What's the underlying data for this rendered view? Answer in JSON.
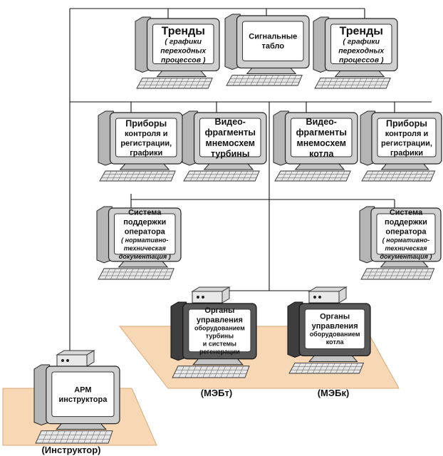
{
  "stations": [
    {
      "id": "trends-left",
      "lines": [
        {
          "t": "Тренды",
          "s": "big"
        },
        {
          "t": "( графики",
          "s": "ital"
        },
        {
          "t": "переходных",
          "s": "ital"
        },
        {
          "t": "процессов )",
          "s": "ital"
        }
      ]
    },
    {
      "id": "signal-board",
      "lines": [
        {
          "t": "Сигнальные",
          "s": "norm"
        },
        {
          "t": "табло",
          "s": "norm"
        }
      ]
    },
    {
      "id": "trends-right",
      "lines": [
        {
          "t": "Тренды",
          "s": "big"
        },
        {
          "t": "( графики",
          "s": "ital"
        },
        {
          "t": "переходных",
          "s": "ital"
        },
        {
          "t": "процессов )",
          "s": "ital"
        }
      ]
    },
    {
      "id": "instruments-left",
      "lines": [
        {
          "t": "Приборы",
          "s": "med"
        },
        {
          "t": "контроля и",
          "s": "norm"
        },
        {
          "t": "регистрации,",
          "s": "norm"
        },
        {
          "t": "графики",
          "s": "norm"
        }
      ]
    },
    {
      "id": "video-turbine",
      "lines": [
        {
          "t": "Видео-",
          "s": "med"
        },
        {
          "t": "фрагменты",
          "s": "med"
        },
        {
          "t": "мнемосхем",
          "s": "med"
        },
        {
          "t": "турбины",
          "s": "med"
        }
      ]
    },
    {
      "id": "video-boiler",
      "lines": [
        {
          "t": "Видео-",
          "s": "med"
        },
        {
          "t": "фрагменты",
          "s": "med"
        },
        {
          "t": "мнемосхем",
          "s": "med"
        },
        {
          "t": "котла",
          "s": "med"
        }
      ]
    },
    {
      "id": "instruments-right",
      "lines": [
        {
          "t": "Приборы",
          "s": "med"
        },
        {
          "t": "контроля и",
          "s": "norm"
        },
        {
          "t": "регистрации,",
          "s": "norm"
        },
        {
          "t": "графики",
          "s": "norm"
        }
      ]
    },
    {
      "id": "support-left",
      "lines": [
        {
          "t": "Система",
          "s": "norm"
        },
        {
          "t": "поддержки",
          "s": "norm"
        },
        {
          "t": "оператора",
          "s": "norm"
        },
        {
          "t": "( нормативно-",
          "s": "small"
        },
        {
          "t": "техническая",
          "s": "small"
        },
        {
          "t": "документация )",
          "s": "small"
        }
      ]
    },
    {
      "id": "support-right",
      "lines": [
        {
          "t": "Система",
          "s": "norm"
        },
        {
          "t": "поддержки",
          "s": "norm"
        },
        {
          "t": "оператора",
          "s": "norm"
        },
        {
          "t": "( нормативно-",
          "s": "small"
        },
        {
          "t": "техническая",
          "s": "small"
        },
        {
          "t": "документация )",
          "s": "small"
        }
      ]
    },
    {
      "id": "controls-turbine",
      "lines": [
        {
          "t": "Органы",
          "s": "norm"
        },
        {
          "t": "управления",
          "s": "norm"
        },
        {
          "t": "оборудованием",
          "s": "tiny"
        },
        {
          "t": "турбины",
          "s": "tiny"
        },
        {
          "t": "и системы",
          "s": "tiny"
        },
        {
          "t": "регенерации",
          "s": "tiny"
        }
      ]
    },
    {
      "id": "controls-boiler",
      "lines": [
        {
          "t": "Органы",
          "s": "norm"
        },
        {
          "t": "управления",
          "s": "norm"
        },
        {
          "t": "оборудованием",
          "s": "tiny"
        },
        {
          "t": "котла",
          "s": "tiny"
        }
      ]
    },
    {
      "id": "instructor-arm",
      "lines": [
        {
          "t": "АРМ",
          "s": "norm"
        },
        {
          "t": "инструктора",
          "s": "norm"
        }
      ]
    }
  ],
  "captions": {
    "meb_t": "(МЭБт)",
    "meb_k": "(МЭБк)",
    "instructor": "(Инструктор)"
  }
}
